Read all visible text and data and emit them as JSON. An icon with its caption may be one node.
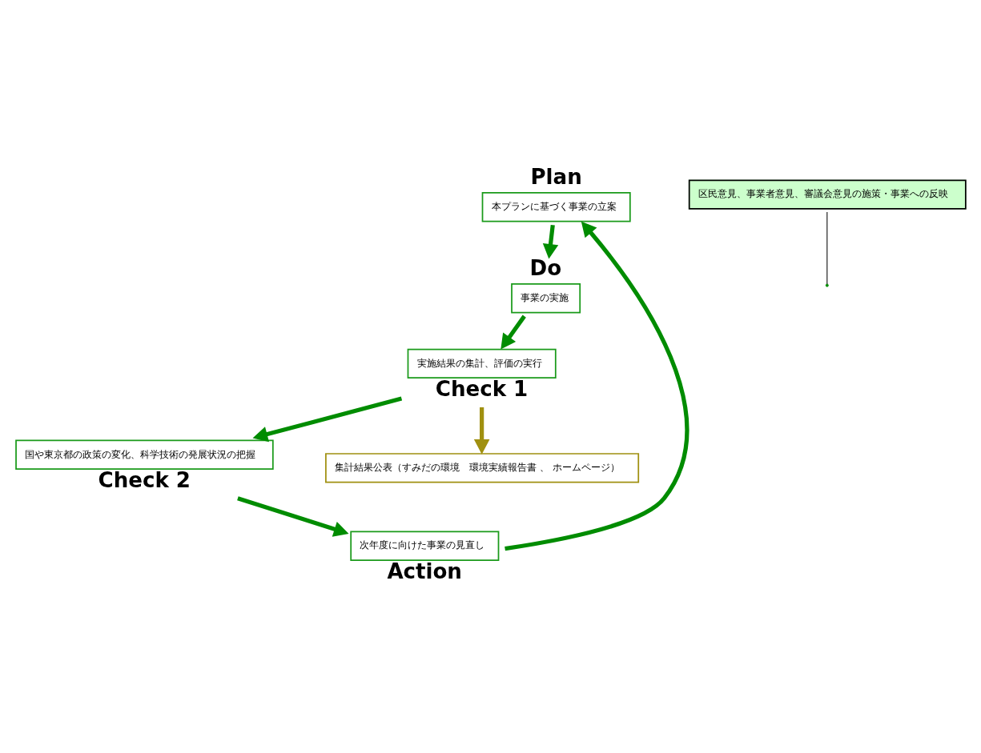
{
  "diagram": {
    "nodes": [
      {
        "text": [
          "Plan",
          "本プランに基づく事業の立案"
        ]
      },
      {
        "text": [
          "Do",
          "事業の実施"
        ]
      },
      {
        "text": [
          "実施結果の集計、評価の実行",
          "Check 1"
        ]
      },
      {
        "text": [
          "国や東京都の政策の変化、科学技術の発展状況の把握",
          "Check 2"
        ]
      },
      {
        "text": [
          "次年度に向けた事業の見直し",
          "Action"
        ]
      },
      {
        "text": [
          "区民意見、事業者意見、審議会意見の施策・事業への反映"
        ]
      },
      {
        "text": [
          "集計結果公表（すみだの環境　環境実績報告書 、 ホームページ）"
        ]
      }
    ],
    "edges": [
      {
        "from": 0,
        "to": 1,
        "arrow": "to"
      },
      {
        "from": 1,
        "to": 2,
        "arrow": "to"
      },
      {
        "from": 2,
        "to": 3,
        "arrow": "to"
      },
      {
        "from": 3,
        "to": 4,
        "arrow": "to"
      },
      {
        "from": 4,
        "to": 0,
        "arrow": "to"
      },
      {
        "from": 5,
        "to": null,
        "arrow": "none",
        "color": "#000000"
      },
      {
        "from": 2,
        "to": 6,
        "arrow": "to",
        "color": "#a09010"
      }
    ]
  }
}
